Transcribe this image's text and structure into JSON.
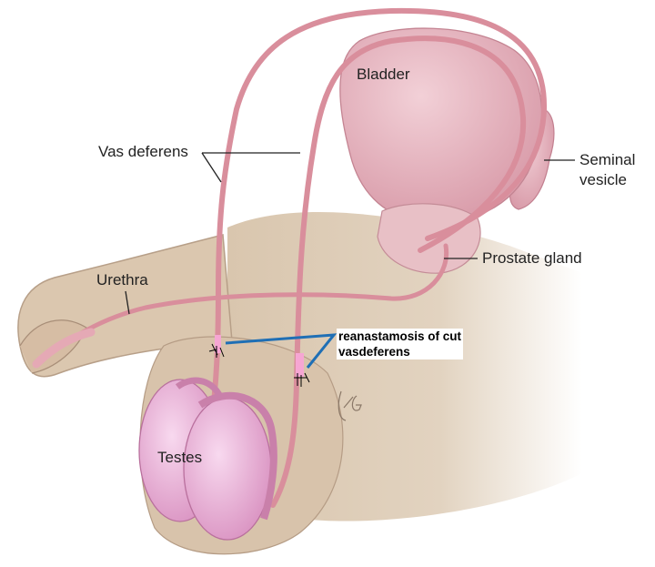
{
  "labels": {
    "bladder": "Bladder",
    "vas_deferens": "Vas deferens",
    "seminal_vesicle_line1": "Seminal",
    "seminal_vesicle_line2": "vesicle",
    "prostate": "Prostate gland",
    "urethra": "Urethra",
    "testes": "Testes"
  },
  "annotation": {
    "line1": "reanastamosis of cut",
    "line2": "vasdeferens"
  },
  "signature": "KG",
  "colors": {
    "skin": "#dccab4",
    "organ": "#e3b0bc",
    "tube": "#d98e9c",
    "pointer": "#1f6fb5"
  }
}
